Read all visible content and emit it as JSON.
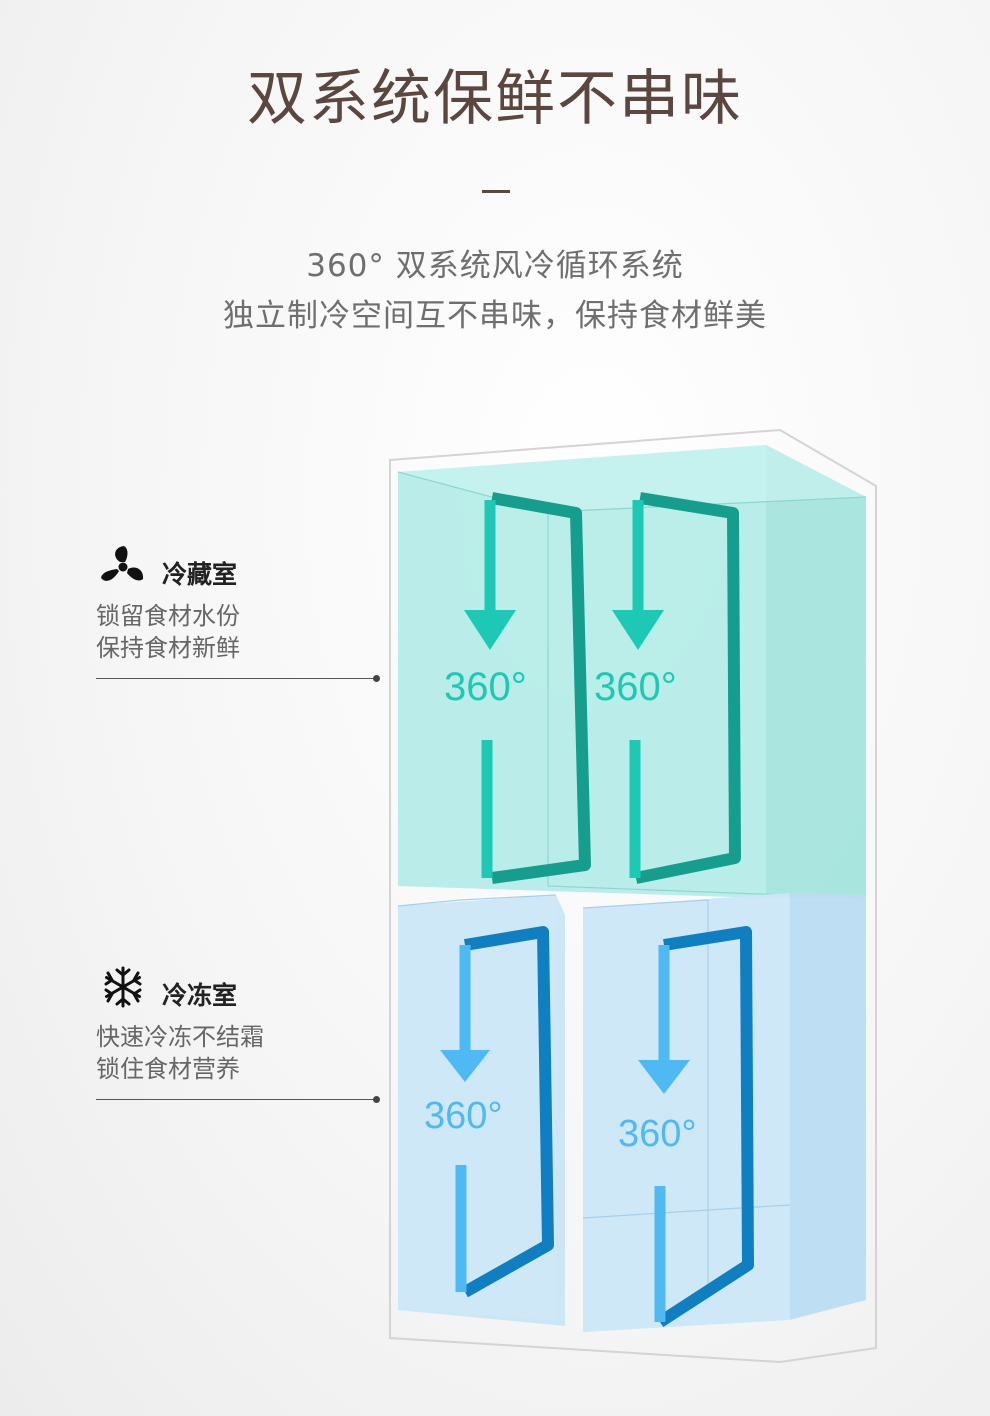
{
  "header": {
    "title": "双系统保鲜不串味",
    "subtitle_line1": "360°  双系统风冷循环系统",
    "subtitle_line2": "独立制冷空间互不串味，保持食材鲜美"
  },
  "fridge_zone": {
    "title": "冷藏室",
    "desc_line1": "锁留食材水份",
    "desc_line2": "保持食材新鲜",
    "icon": "fan-icon"
  },
  "freezer_zone": {
    "title": "冷冻室",
    "desc_line1": "快速冷冻不结霜",
    "desc_line2": "锁住食材营养",
    "icon": "snowflake-icon"
  },
  "airflow_labels": {
    "fridge_left": "360°",
    "fridge_right": "360°",
    "freezer_left": "360°",
    "freezer_right": "360°"
  },
  "colors": {
    "title": "#5b4640",
    "fridge_fill": "#aeeae4",
    "fridge_arrow": "#1dc9b5",
    "fridge_arrow_dark": "#159e8e",
    "freezer_fill": "#c6e3f6",
    "freezer_arrow": "#4fb9f3",
    "freezer_arrow_dark": "#0f7fc2"
  }
}
